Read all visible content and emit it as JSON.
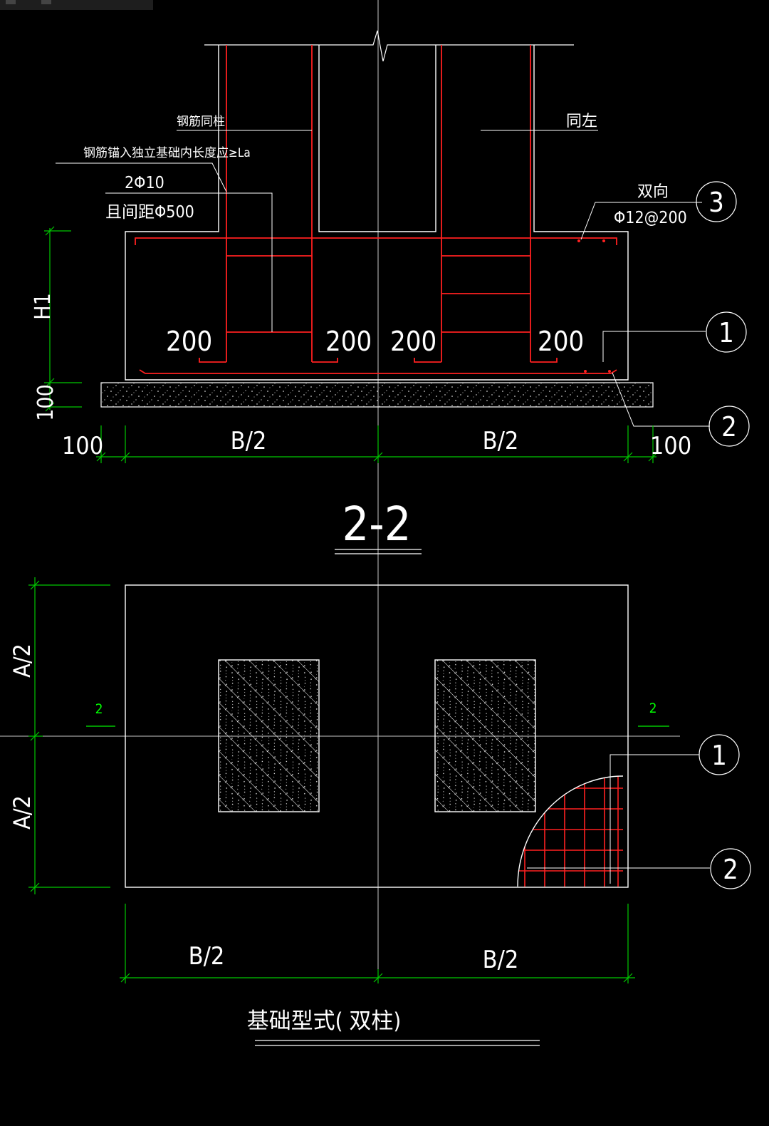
{
  "colors": {
    "background": "#000000",
    "outline": "#ffffff",
    "rebar": "#ff2020",
    "dimension": "#00c800",
    "centerline": "#c8c8c8"
  },
  "section": {
    "label_column_rebar": "钢筋同柱",
    "label_same_left": "同左",
    "label_anchor_length": "钢筋锚入独立基础内长度应≥La",
    "label_stirrup_count": "2Φ10",
    "label_stirrup_spacing": "且间距Φ500",
    "label_two_way": "双向",
    "label_top_mesh": "Φ12@200",
    "hook_lengths": [
      "200",
      "200",
      "200",
      "200"
    ],
    "dim_h1": "H1",
    "dim_cushion": "100",
    "dim_bottom": [
      "100",
      "B/2",
      "B/2",
      "100"
    ],
    "callouts": [
      "3",
      "1",
      "2"
    ],
    "section_title": "2-2"
  },
  "plan": {
    "dim_a_top": "A/2",
    "dim_a_bottom": "A/2",
    "cut_mark_left": "2",
    "cut_mark_right": "2",
    "dim_b_left": "B/2",
    "dim_b_right": "B/2",
    "callouts": [
      "1",
      "2"
    ],
    "title": "基础型式( 双柱)"
  }
}
